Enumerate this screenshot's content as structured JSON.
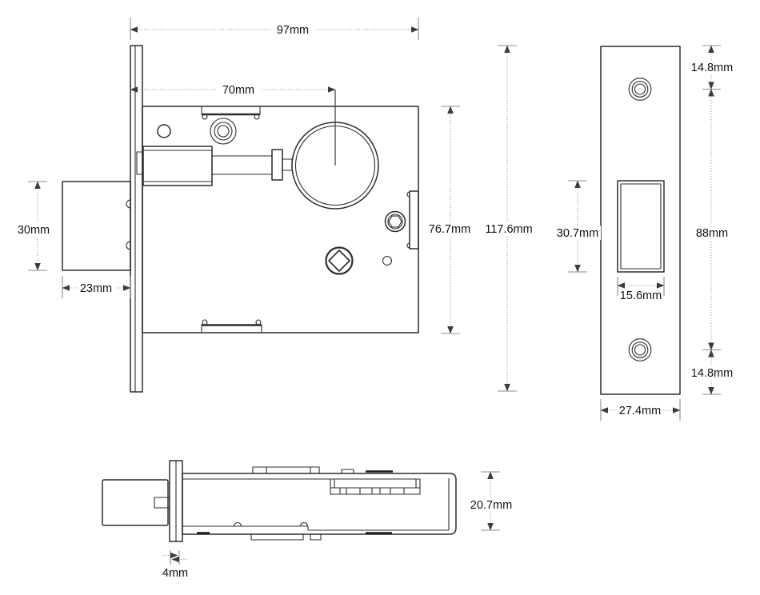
{
  "views": {
    "side": {
      "dims": {
        "overall_width": "97mm",
        "backset": "70mm",
        "latch_bolt_height": "30mm",
        "latch_bolt_protrusion": "23mm",
        "case_height": "76.7mm",
        "faceplate_height": "117.6mm"
      }
    },
    "faceplate": {
      "dims": {
        "top_screw_offset": "14.8mm",
        "screw_spacing": "88mm",
        "cutout_height": "30.7mm",
        "cutout_width": "15.6mm",
        "bottom_screw_offset": "14.8mm",
        "plate_width": "27.4mm"
      }
    },
    "top": {
      "dims": {
        "case_thickness": "20.7mm",
        "faceplate_thickness": "4mm"
      }
    }
  },
  "colors": {
    "background": "#ffffff",
    "outline": "#2d2d2d",
    "dimension_line": "#9b9b9b",
    "arrowhead": "#3c3c3c",
    "label_text": "#121212"
  }
}
